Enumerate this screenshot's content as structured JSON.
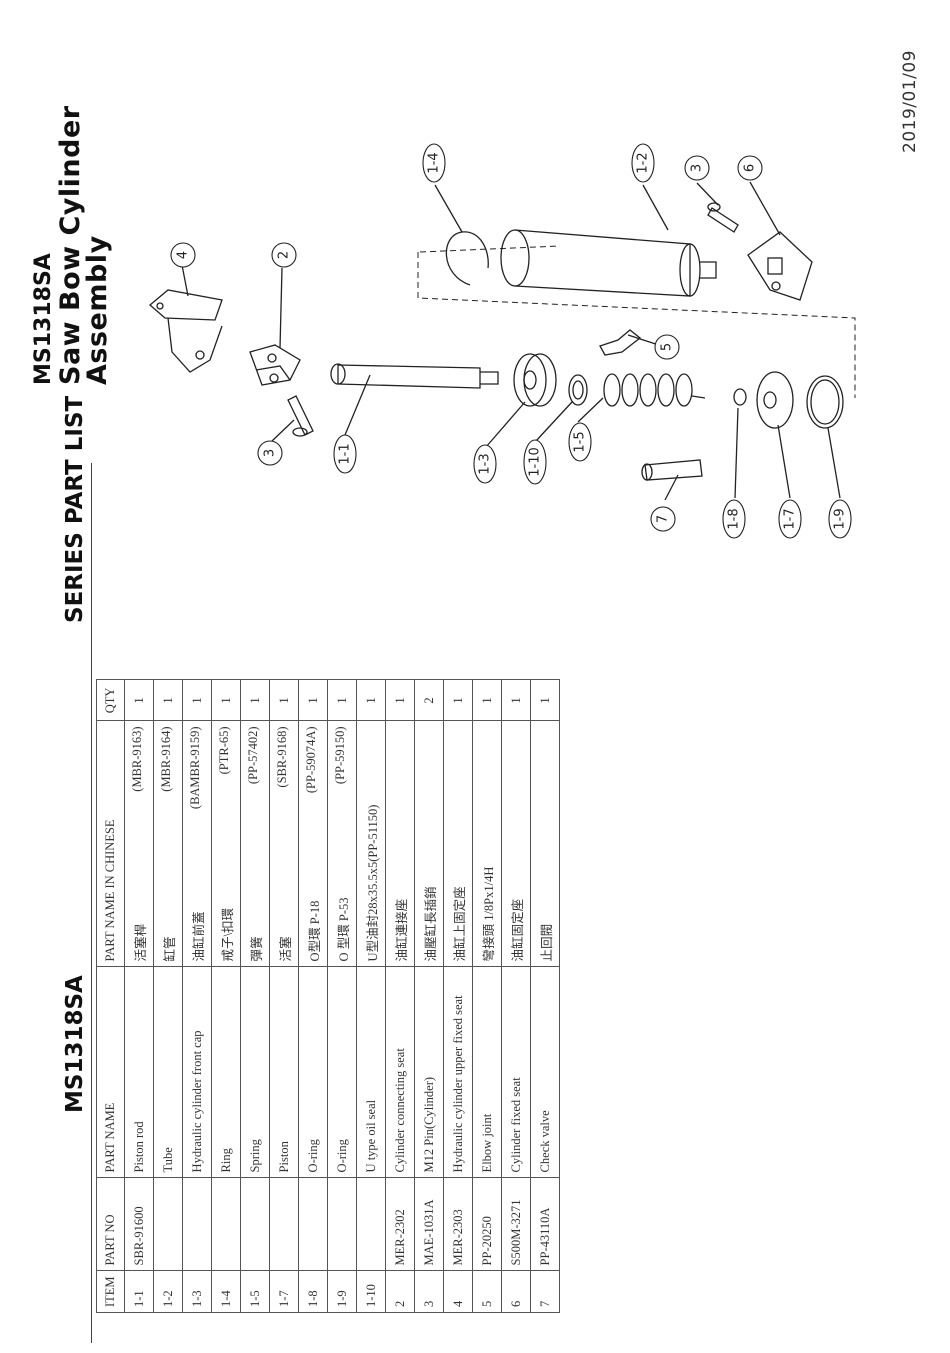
{
  "date": "2019/01/09",
  "assembly_title": {
    "model": "MS1318SA",
    "name": "Saw Bow Cylinder Assembly"
  },
  "part_list_title": {
    "model": "MS1318SA",
    "series": "SERIES PART LIST"
  },
  "table": {
    "headers": {
      "item": "ITEM",
      "part_no": "PART NO",
      "part_name": "PART NAME",
      "part_name_cn": "PART NAME IN CHINESE",
      "qty": "QTY"
    },
    "rows": [
      {
        "item": "1-1",
        "part_no": "SBR-91600",
        "name": "Piston rod",
        "cn": "活塞桿",
        "cn_code": "(MBR-9163)",
        "qty": "1"
      },
      {
        "item": "1-2",
        "part_no": "",
        "name": "Tube",
        "cn": "缸管",
        "cn_code": "(MBR-9164)",
        "qty": "1"
      },
      {
        "item": "1-3",
        "part_no": "",
        "name": "Hydraulic cylinder front cap",
        "cn": "油缸前蓋",
        "cn_code": "(BAMBR-9159)",
        "qty": "1"
      },
      {
        "item": "1-4",
        "part_no": "",
        "name": "Ring",
        "cn": "戒子\\扣環",
        "cn_code": "(PTR-65)",
        "qty": "1"
      },
      {
        "item": "1-5",
        "part_no": "",
        "name": "Spring",
        "cn": "彈簧",
        "cn_code": "(PP-57402)",
        "qty": "1"
      },
      {
        "item": "1-7",
        "part_no": "",
        "name": "Piston",
        "cn": "活塞",
        "cn_code": "(SBR-9168)",
        "qty": "1"
      },
      {
        "item": "1-8",
        "part_no": "",
        "name": "O-ring",
        "cn": "O型環 P-18",
        "cn_code": "(PP-59074A)",
        "qty": "1"
      },
      {
        "item": "1-9",
        "part_no": "",
        "name": "O-ring",
        "cn": "O 型環 P-53",
        "cn_code": "(PP-59150)",
        "qty": "1"
      },
      {
        "item": "1-10",
        "part_no": "",
        "name": "U type oil seal",
        "cn": "U型油封28x35.5x5(PP-51150)",
        "cn_code": "",
        "qty": "1"
      },
      {
        "item": "2",
        "part_no": "MER-2302",
        "name": "Cylinder connecting seat",
        "cn": "油缸連接座",
        "cn_code": "",
        "qty": "1"
      },
      {
        "item": "3",
        "part_no": "MAE-1031A",
        "name": "M12 Pin(Cylinder)",
        "cn": "油壓缸長插銷",
        "cn_code": "",
        "qty": "2"
      },
      {
        "item": "4",
        "part_no": "MER-2303",
        "name": "Hydraulic cylinder upper fixed seat",
        "cn": "油缸上固定座",
        "cn_code": "",
        "qty": "1"
      },
      {
        "item": "5",
        "part_no": "PP-20250",
        "name": "Elbow joint",
        "cn": "彎接頭 1/8Px1/4H",
        "cn_code": "",
        "qty": "1"
      },
      {
        "item": "6",
        "part_no": "S500M-3271",
        "name": "Cylinder fixed seat",
        "cn": "油缸固定座",
        "cn_code": "",
        "qty": "1"
      },
      {
        "item": "7",
        "part_no": "PP-43110A",
        "name": "Check  valve",
        "cn": "止回閥",
        "cn_code": "",
        "qty": "1"
      }
    ]
  },
  "callouts": [
    "1-4",
    "1-2",
    "3",
    "6",
    "4",
    "2",
    "5",
    "3",
    "1-1",
    "1-3",
    "1-10",
    "1-5",
    "7",
    "1-8",
    "1-7",
    "1-9"
  ]
}
